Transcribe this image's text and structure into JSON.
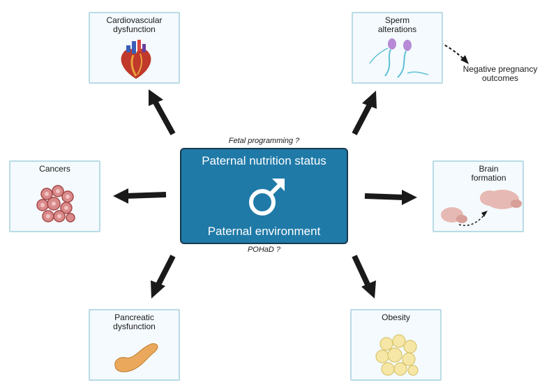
{
  "center": {
    "title": "Paternal nutrition status",
    "subtitle": "Paternal environment",
    "symbol": "male-symbol"
  },
  "notes": {
    "top": "Fetal programming ?",
    "bottom": "POHaD ?"
  },
  "panels": {
    "cardiovascular": "Cardiovascular\ndysfunction",
    "sperm": "Sperm\nalterations",
    "cancers": "Cancers",
    "brain": "Brain\nformation",
    "pancreatic": "Pancreatic\ndysfunction",
    "obesity": "Obesity"
  },
  "sperm_outcome": "Negative pregnancy\noutcomes",
  "colors": {
    "center_fill": "#1f7aa8",
    "panel_fill": "#f4fafd",
    "panel_border": "#b9dbe6",
    "arrow": "#1a1a1a"
  }
}
